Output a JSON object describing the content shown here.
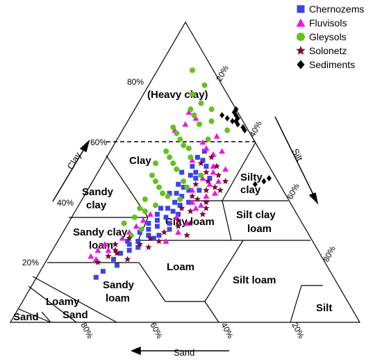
{
  "chart_data": {
    "type": "scatter",
    "diagram": "ternary-soil-texture",
    "axes": {
      "clay": {
        "label": "Clay",
        "ticks": [
          "20%",
          "40%",
          "60%",
          "80%"
        ]
      },
      "silt": {
        "label": "Silt",
        "ticks": [
          "20%",
          "40%",
          "60%",
          "80%"
        ]
      },
      "sand": {
        "label": "Sand",
        "ticks": [
          "80%",
          "60%",
          "40%",
          "20%"
        ]
      }
    },
    "regions": [
      "(Heavy clay)",
      "Clay",
      "Silty clay",
      "Sandy clay",
      "Sandy clay loam",
      "Clay loam",
      "Silt clay loam",
      "Loam",
      "Silt loam",
      "Sandy loam",
      "Loamy Sand",
      "Sand",
      "Silt"
    ],
    "legend_position": "top-right",
    "series": [
      {
        "name": "Chernozems",
        "marker": "square",
        "color": "#3b44e8",
        "points": [
          [
            57,
            27,
            16
          ],
          [
            55,
            26,
            19
          ],
          [
            54,
            28,
            18
          ],
          [
            52,
            26,
            22
          ],
          [
            50,
            28,
            22
          ],
          [
            49,
            27,
            24
          ],
          [
            48,
            29,
            23
          ],
          [
            46,
            25,
            29
          ],
          [
            45,
            27,
            28
          ],
          [
            44,
            29,
            27
          ],
          [
            43,
            26,
            31
          ],
          [
            42,
            28,
            30
          ],
          [
            40,
            27,
            33
          ],
          [
            39,
            29,
            32
          ],
          [
            38,
            26,
            36
          ],
          [
            37,
            28,
            35
          ],
          [
            36,
            24,
            40
          ],
          [
            35,
            27,
            38
          ],
          [
            34,
            25,
            41
          ],
          [
            33,
            23,
            44
          ],
          [
            32,
            26,
            42
          ],
          [
            31,
            24,
            45
          ],
          [
            30,
            22,
            48
          ],
          [
            29,
            25,
            46
          ],
          [
            28,
            27,
            45
          ],
          [
            27,
            23,
            50
          ],
          [
            26,
            21,
            53
          ],
          [
            25,
            24,
            51
          ],
          [
            24,
            22,
            54
          ],
          [
            23,
            20,
            57
          ],
          [
            21,
            19,
            60
          ],
          [
            19,
            21,
            60
          ],
          [
            17,
            18,
            65
          ],
          [
            15,
            17,
            68
          ],
          [
            40,
            31,
            29
          ],
          [
            44,
            32,
            24
          ],
          [
            48,
            33,
            19
          ],
          [
            36,
            30,
            34
          ],
          [
            33,
            29,
            38
          ],
          [
            52,
            30,
            18
          ],
          [
            29,
            28,
            43
          ],
          [
            27,
            20,
            53
          ],
          [
            43,
            24,
            33
          ],
          [
            50,
            24,
            26
          ],
          [
            38,
            24,
            38
          ],
          [
            31,
            30,
            39
          ]
        ]
      },
      {
        "name": "Fluvisols",
        "marker": "triangle",
        "color": "#e619e6",
        "points": [
          [
            70,
            16,
            14
          ],
          [
            68,
            19,
            13
          ],
          [
            66,
            17,
            17
          ],
          [
            64,
            15,
            21
          ],
          [
            60,
            25,
            15
          ],
          [
            58,
            27,
            15
          ],
          [
            56,
            30,
            14
          ],
          [
            54,
            25,
            21
          ],
          [
            52,
            32,
            16
          ],
          [
            50,
            33,
            17
          ],
          [
            48,
            31,
            21
          ],
          [
            46,
            34,
            20
          ],
          [
            44,
            30,
            26
          ],
          [
            42,
            35,
            23
          ],
          [
            40,
            32,
            28
          ],
          [
            38,
            34,
            28
          ],
          [
            36,
            22,
            42
          ],
          [
            34,
            21,
            45
          ],
          [
            32,
            20,
            48
          ],
          [
            30,
            19,
            51
          ],
          [
            28,
            18,
            54
          ],
          [
            26,
            14,
            60
          ],
          [
            24,
            16,
            60
          ],
          [
            22,
            12,
            66
          ],
          [
            21,
            14,
            65
          ],
          [
            24,
            13,
            63
          ],
          [
            35,
            30,
            35
          ],
          [
            43,
            37,
            20
          ],
          [
            47,
            36,
            17
          ],
          [
            39,
            35,
            26
          ],
          [
            57,
            32,
            11
          ],
          [
            30,
            33,
            37
          ],
          [
            27,
            31,
            42
          ],
          [
            51,
            36,
            13
          ],
          [
            62,
            28,
            10
          ],
          [
            33,
            34,
            33
          ]
        ]
      },
      {
        "name": "Gleysols",
        "marker": "circle",
        "color": "#63c21b",
        "points": [
          [
            84,
            10,
            6
          ],
          [
            79,
            16,
            5
          ],
          [
            76,
            14,
            10
          ],
          [
            73,
            18,
            9
          ],
          [
            71,
            16,
            13
          ],
          [
            69,
            18,
            13
          ],
          [
            67,
            24,
            9
          ],
          [
            65,
            14,
            21
          ],
          [
            63,
            16,
            21
          ],
          [
            61,
            18,
            21
          ],
          [
            59,
            20,
            21
          ],
          [
            57,
            16,
            27
          ],
          [
            55,
            18,
            27
          ],
          [
            53,
            20,
            27
          ],
          [
            51,
            22,
            27
          ],
          [
            49,
            16,
            35
          ],
          [
            47,
            18,
            35
          ],
          [
            45,
            20,
            35
          ],
          [
            43,
            22,
            35
          ],
          [
            41,
            18,
            41
          ],
          [
            39,
            22,
            39
          ],
          [
            37,
            20,
            43
          ],
          [
            35,
            18,
            47
          ],
          [
            33,
            16,
            51
          ],
          [
            31,
            22,
            47
          ],
          [
            29,
            20,
            51
          ],
          [
            55,
            24,
            21
          ],
          [
            53,
            15,
            32
          ],
          [
            47,
            26,
            27
          ],
          [
            45,
            28,
            27
          ],
          [
            49,
            30,
            21
          ],
          [
            41,
            28,
            31
          ],
          [
            66,
            21,
            13
          ],
          [
            61,
            26,
            13
          ],
          [
            71,
            22,
            7
          ],
          [
            64,
            30,
            6
          ],
          [
            58,
            22,
            20
          ],
          [
            42,
            24,
            34
          ],
          [
            38,
            18,
            44
          ]
        ]
      },
      {
        "name": "Solonetz",
        "marker": "star",
        "color": "#800a30",
        "points": [
          [
            55,
            30,
            15
          ],
          [
            53,
            28,
            19
          ],
          [
            52,
            33,
            15
          ],
          [
            50,
            31,
            19
          ],
          [
            49,
            35,
            16
          ],
          [
            47,
            33,
            20
          ],
          [
            46,
            30,
            24
          ],
          [
            45,
            36,
            19
          ],
          [
            44,
            34,
            22
          ],
          [
            42,
            31,
            27
          ],
          [
            41,
            33,
            26
          ],
          [
            40,
            36,
            24
          ],
          [
            38,
            30,
            32
          ],
          [
            37,
            33,
            30
          ],
          [
            36,
            37,
            27
          ],
          [
            34,
            31,
            35
          ],
          [
            33,
            35,
            32
          ],
          [
            32,
            32,
            36
          ],
          [
            30,
            29,
            41
          ],
          [
            29,
            36,
            35
          ],
          [
            28,
            26,
            46
          ],
          [
            27,
            29,
            44
          ],
          [
            26,
            24,
            50
          ],
          [
            25,
            27,
            48
          ],
          [
            24,
            18,
            58
          ],
          [
            23,
            19,
            58
          ],
          [
            22,
            17,
            61
          ],
          [
            21,
            23,
            56
          ],
          [
            20,
            15,
            65
          ],
          [
            26,
            17,
            57
          ],
          [
            28,
            20,
            52
          ],
          [
            44,
            38,
            18
          ],
          [
            47,
            38,
            15
          ],
          [
            38,
            37,
            25
          ]
        ]
      },
      {
        "name": "Sediments",
        "marker": "diamond",
        "color": "#000000",
        "points": [
          [
            71,
            29,
            0
          ],
          [
            70,
            29,
            1
          ],
          [
            69,
            30,
            1
          ],
          [
            68,
            31,
            1
          ],
          [
            67,
            31,
            2
          ],
          [
            66,
            32,
            2
          ],
          [
            65,
            34,
            1
          ],
          [
            64,
            35,
            1
          ],
          [
            69,
            26,
            5
          ],
          [
            68,
            28,
            4
          ],
          [
            48,
            50,
            2
          ],
          [
            47,
            49,
            4
          ],
          [
            46,
            47,
            7
          ],
          [
            67,
            30,
            3
          ]
        ]
      }
    ]
  }
}
